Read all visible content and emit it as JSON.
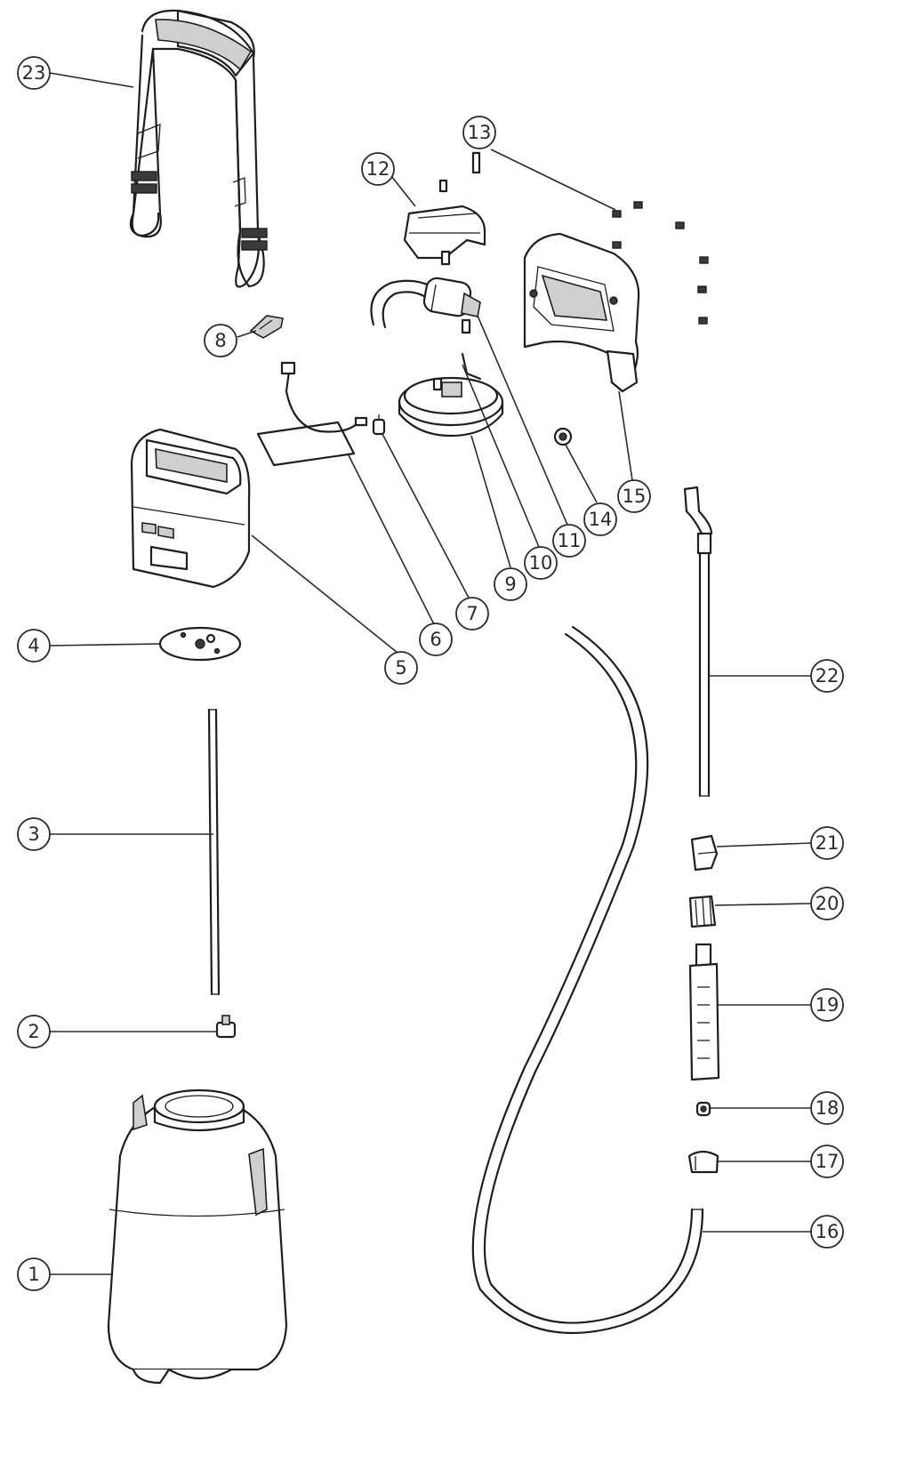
{
  "colors": {
    "line": "#1e1e1e",
    "shade": "#cfcfcf",
    "background": "#ffffff"
  },
  "parts": [
    {
      "id": "p1",
      "label": "1",
      "icon": "tank-icon"
    },
    {
      "id": "p2",
      "label": "2",
      "icon": "hose-connector-icon"
    },
    {
      "id": "p3",
      "label": "3",
      "icon": "suction-tube-icon"
    },
    {
      "id": "p4",
      "label": "4",
      "icon": "gasket-plate-icon"
    },
    {
      "id": "p5",
      "label": "5",
      "icon": "handle-cover-icon"
    },
    {
      "id": "p6",
      "label": "6",
      "icon": "circuit-board-icon"
    },
    {
      "id": "p7",
      "label": "7",
      "icon": "switch-icon"
    },
    {
      "id": "p8",
      "label": "8",
      "icon": "clip-icon"
    },
    {
      "id": "p9",
      "label": "9",
      "icon": "lid-ring-icon"
    },
    {
      "id": "p10",
      "label": "10",
      "icon": "lid-wire-icon"
    },
    {
      "id": "p11",
      "label": "11",
      "icon": "pump-motor-icon"
    },
    {
      "id": "p12",
      "label": "12",
      "icon": "motor-bracket-icon"
    },
    {
      "id": "p13",
      "label": "13",
      "icon": "screw-icon"
    },
    {
      "id": "p14",
      "label": "14",
      "icon": "knob-icon"
    },
    {
      "id": "p15",
      "label": "15",
      "icon": "back-housing-icon"
    },
    {
      "id": "p16",
      "label": "16",
      "icon": "hose-icon"
    },
    {
      "id": "p17",
      "label": "17",
      "icon": "cap-icon"
    },
    {
      "id": "p18",
      "label": "18",
      "icon": "nozzle-icon"
    },
    {
      "id": "p19",
      "label": "19",
      "icon": "trigger-handle-icon"
    },
    {
      "id": "p20",
      "label": "20",
      "icon": "nut-icon"
    },
    {
      "id": "p21",
      "label": "21",
      "icon": "clamp-icon"
    },
    {
      "id": "p22",
      "label": "22",
      "icon": "spray-wand-icon"
    },
    {
      "id": "p23",
      "label": "23",
      "icon": "shoulder-strap-icon"
    }
  ]
}
